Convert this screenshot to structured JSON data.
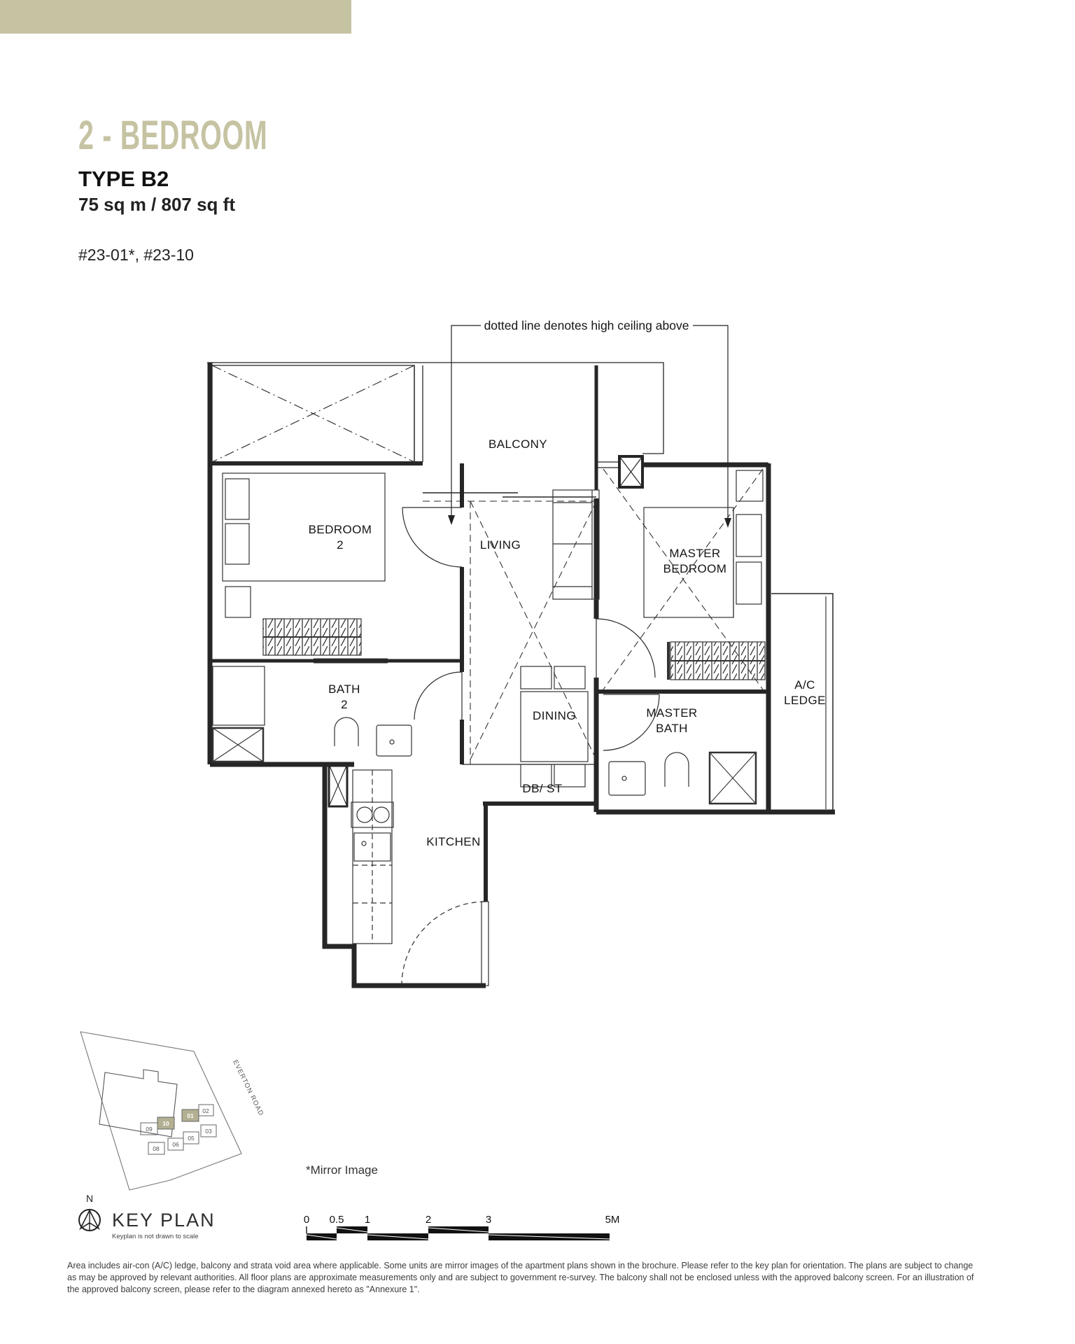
{
  "header": {
    "category": "2 - BEDROOM",
    "type_label": "TYPE B2",
    "area": "75 sq m / 807 sq ft",
    "unit_numbers": "#23-01*, #23-10"
  },
  "plan": {
    "annotation": "dotted line denotes high ceiling above",
    "labels": {
      "balcony": "BALCONY",
      "bedroom2_1": "BEDROOM",
      "bedroom2_2": "2",
      "living": "LIVING",
      "master_1": "MASTER",
      "master_2": "BEDROOM",
      "bath2_1": "BATH",
      "bath2_2": "2",
      "dining": "DINING",
      "masterbath_1": "MASTER",
      "masterbath_2": "BATH",
      "ac_1": "A/C",
      "ac_2": "LEDGE",
      "dbst": "DB/ ST",
      "kitchen": "KITCHEN"
    }
  },
  "keyplan": {
    "north": "N",
    "title": "KEY PLAN",
    "note": "Keyplan is not drawn to scale",
    "road": "EVERTON ROAD",
    "units": [
      {
        "no": "09",
        "highlight": false
      },
      {
        "no": "10",
        "highlight": true
      },
      {
        "no": "01",
        "highlight": true
      },
      {
        "no": "02",
        "highlight": false
      },
      {
        "no": "03",
        "highlight": false
      },
      {
        "no": "05",
        "highlight": false
      },
      {
        "no": "06",
        "highlight": false
      },
      {
        "no": "08",
        "highlight": false
      }
    ]
  },
  "mirror_note": "*Mirror Image",
  "scalebar": {
    "labels": [
      "0",
      "0.5",
      "1",
      "2",
      "3",
      "5M"
    ]
  },
  "disclaimer": [
    "Area includes air-con (A/C) ledge, balcony and strata void area where applicable. Some units are mirror images of the apartment plans shown in the brochure. Please refer to the key plan for orientation. The plans are subject to change",
    "as may be approved by relevant authorities. All floor plans are approximate measurements only and are subject to government re-survey. The balcony shall not be enclosed unless with the approved balcony screen. For an illustration of",
    "the approved balcony screen, please refer to the diagram annexed hereto as \"Annexure 1\"."
  ],
  "colors": {
    "accent": "#c6c3a3",
    "keyplan_highlight": "#b3af92"
  }
}
